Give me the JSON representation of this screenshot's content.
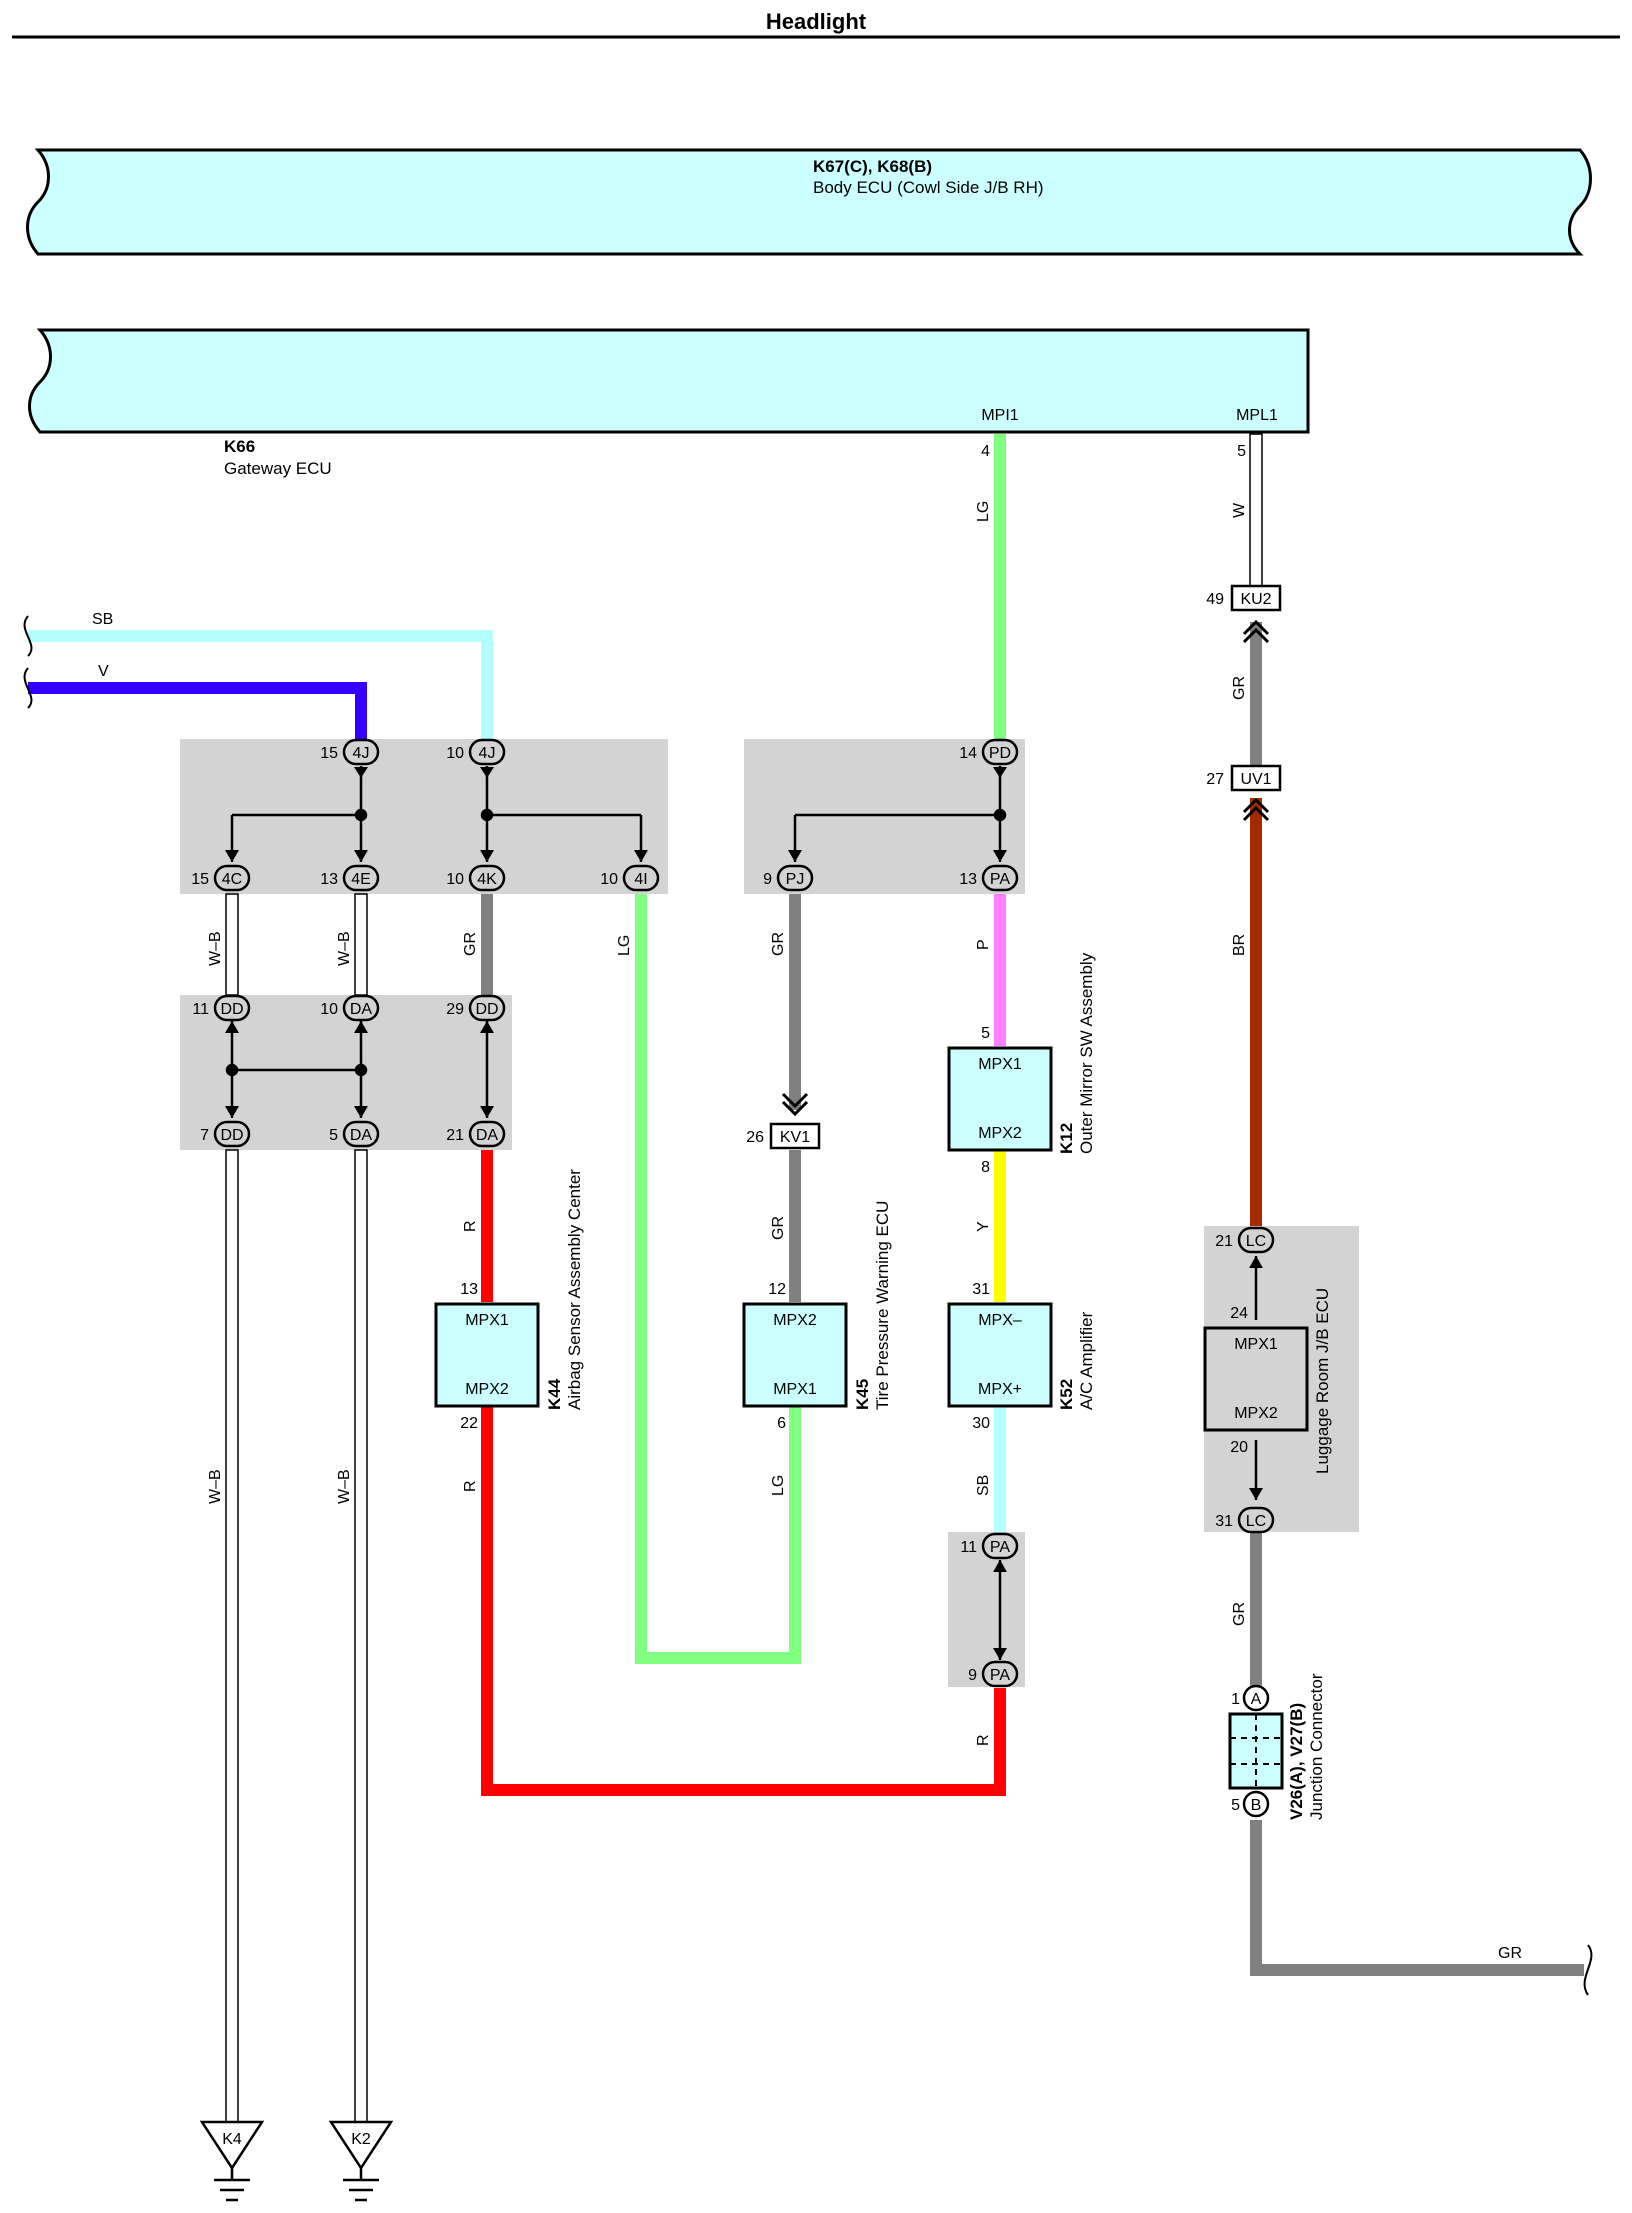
{
  "page": {
    "title": "Headlight"
  },
  "colors": {
    "ecu_fill": "#ccffff",
    "junction_fill": "#d3d3d3",
    "wire_LG": "#80ff80",
    "wire_SB": "#b3ffff",
    "wire_V": "#3300ff",
    "wire_GR": "#808080",
    "wire_R": "#ff0000",
    "wire_P": "#ff80ff",
    "wire_Y": "#ffff00",
    "wire_BR": "#a52a00",
    "wire_W": "#ffffff",
    "wire_WB": "#ffffff"
  },
  "components": {
    "body_ecu": {
      "code": "K67(C), K68(B)",
      "name": "Body ECU (Cowl Side J/B RH)"
    },
    "gateway_ecu": {
      "code": "K66",
      "name": "Gateway ECU",
      "pin_mpi1": "MPI1",
      "pin_mpl1": "MPL1"
    },
    "k44": {
      "code": "K44",
      "name": "Airbag Sensor Assembly Center",
      "pin_top": "MPX1",
      "pin_bottom": "MPX2"
    },
    "k45": {
      "code": "K45",
      "name": "Tire Pressure Warning ECU",
      "pin_top": "MPX2",
      "pin_bottom": "MPX1"
    },
    "k12": {
      "code": "K12",
      "name": "Outer Mirror SW Assembly",
      "pin_top": "MPX1",
      "pin_bottom": "MPX2"
    },
    "k52": {
      "code": "K52",
      "name": "A/C Amplifier",
      "pin_top": "MPX–",
      "pin_bottom": "MPX+"
    },
    "luggage": {
      "name": "Luggage Room J/B ECU",
      "pin_top": "MPX1",
      "pin_bottom": "MPX2"
    },
    "jconn": {
      "code": "V26(A), V27(B)",
      "name": "Junction Connector"
    }
  },
  "connectors": {
    "ku2": "KU2",
    "uv1": "UV1",
    "kv1": "KV1",
    "c4j": "4J",
    "c4c": "4C",
    "c4e": "4E",
    "c4k": "4K",
    "c4i": "4I",
    "cpd": "PD",
    "cpj": "PJ",
    "cpa": "PA",
    "cdd": "DD",
    "cda": "DA",
    "clc": "LC",
    "ca": "A",
    "cb": "B"
  },
  "pins": {
    "n1": "1",
    "n4": "4",
    "n5": "5",
    "n6": "6",
    "n7": "7",
    "n8": "8",
    "n9": "9",
    "n10": "10",
    "n11": "11",
    "n12": "12",
    "n13": "13",
    "n14": "14",
    "n15": "15",
    "n20": "20",
    "n21": "21",
    "n22": "22",
    "n24": "24",
    "n26": "26",
    "n27": "27",
    "n29": "29",
    "n30": "30",
    "n31": "31",
    "n49": "49"
  },
  "wires": {
    "SB": "SB",
    "V": "V",
    "LG": "LG",
    "W": "W",
    "GR": "GR",
    "BR": "BR",
    "WB": "W–B",
    "R": "R",
    "P": "P",
    "Y": "Y"
  },
  "grounds": {
    "k4": "K4",
    "k2": "K2"
  }
}
